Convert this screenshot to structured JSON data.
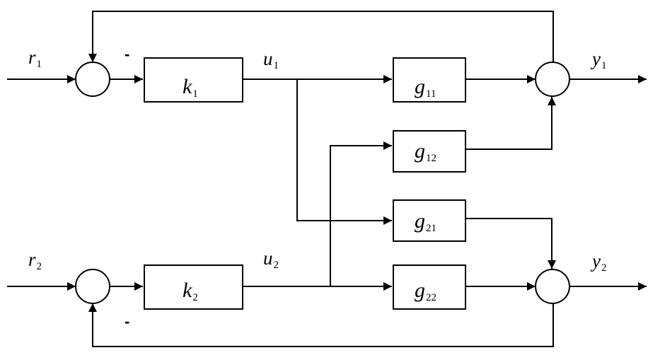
{
  "blocks": {
    "k1": {
      "base": "k",
      "sub": "1"
    },
    "k2": {
      "base": "k",
      "sub": "2"
    },
    "g11": {
      "base": "g",
      "sub": "11"
    },
    "g12": {
      "base": "g",
      "sub": "12"
    },
    "g21": {
      "base": "g",
      "sub": "21"
    },
    "g22": {
      "base": "g",
      "sub": "22"
    }
  },
  "signals": {
    "r1": {
      "base": "r",
      "sub": "1"
    },
    "r2": {
      "base": "r",
      "sub": "2"
    },
    "u1": {
      "base": "u",
      "sub": "1"
    },
    "u2": {
      "base": "u",
      "sub": "2"
    },
    "y1": {
      "base": "y",
      "sub": "1"
    },
    "y2": {
      "base": "y",
      "sub": "2"
    }
  },
  "feedback_signs": {
    "loop1": "-",
    "loop2": "-"
  },
  "colors": {
    "line": "#000000",
    "background": "#ffffff"
  }
}
